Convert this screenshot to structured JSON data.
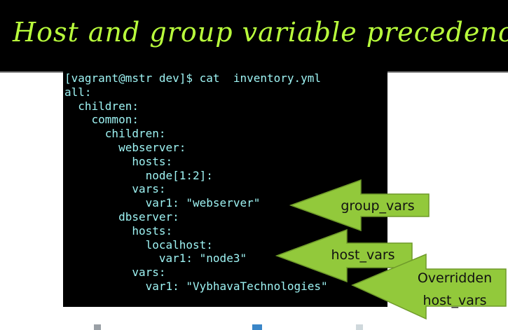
{
  "slide": {
    "title": "Host and group variable precedence",
    "title_color": "#b9ff3c",
    "background": "#ffffff",
    "header_background": "#000000"
  },
  "terminal": {
    "background": "#000000",
    "text_color": "#9ef3f3",
    "lines": [
      "[vagrant@mstr dev]$ cat  inventory.yml",
      "all:",
      "  children:",
      "    common:",
      "      children:",
      "        webserver:",
      "          hosts:",
      "            node[1:2]:",
      "          vars:",
      "            var1: \"webserver\"",
      "        dbserver:",
      "          hosts:",
      "            localhost:",
      "              var1: \"node3\"",
      "          vars:",
      "            var1: \"VybhavaTechnologies\""
    ]
  },
  "callouts": {
    "fill_color": "#92c93b",
    "group_vars": "group_vars",
    "host_vars": "host_vars",
    "overridden_line1": "Overridden",
    "overridden_line2": "host_vars"
  }
}
